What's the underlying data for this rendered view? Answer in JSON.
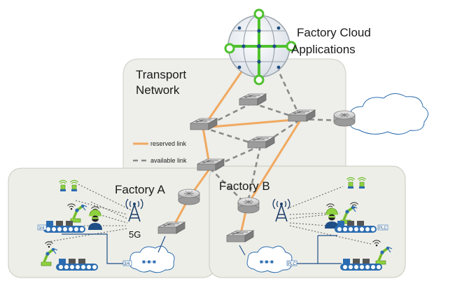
{
  "labels": {
    "cloud_line1": "Factory Cloud",
    "cloud_line2": "Applications",
    "transport_line1": "Transport",
    "transport_line2": "Network",
    "factory_a": "Factory A",
    "factory_b": "Factory B",
    "five_g": "5G",
    "plc": "PLC",
    "small_3": "3/4",
    "dots": "■-■-■"
  },
  "legend": {
    "reserved": "reserved link",
    "available": "available link"
  },
  "colors": {
    "reserved_link": "#f0a960",
    "available_link": "#8a8a8a",
    "region_fill": "#eeeee8",
    "region_stroke": "#c9c9c0",
    "globe_green": "#4fc12f",
    "globe_blue": "#1f4e86",
    "device_green": "#8fd13f",
    "device_blue": "#2b6cb0"
  },
  "icons": [
    "globe-icon",
    "router-icon",
    "switch-icon",
    "cloud-icon",
    "antenna-5g-icon",
    "robot-arm-icon",
    "worker-icon",
    "sensor-icon",
    "wifi-icon",
    "conveyor-icon"
  ]
}
